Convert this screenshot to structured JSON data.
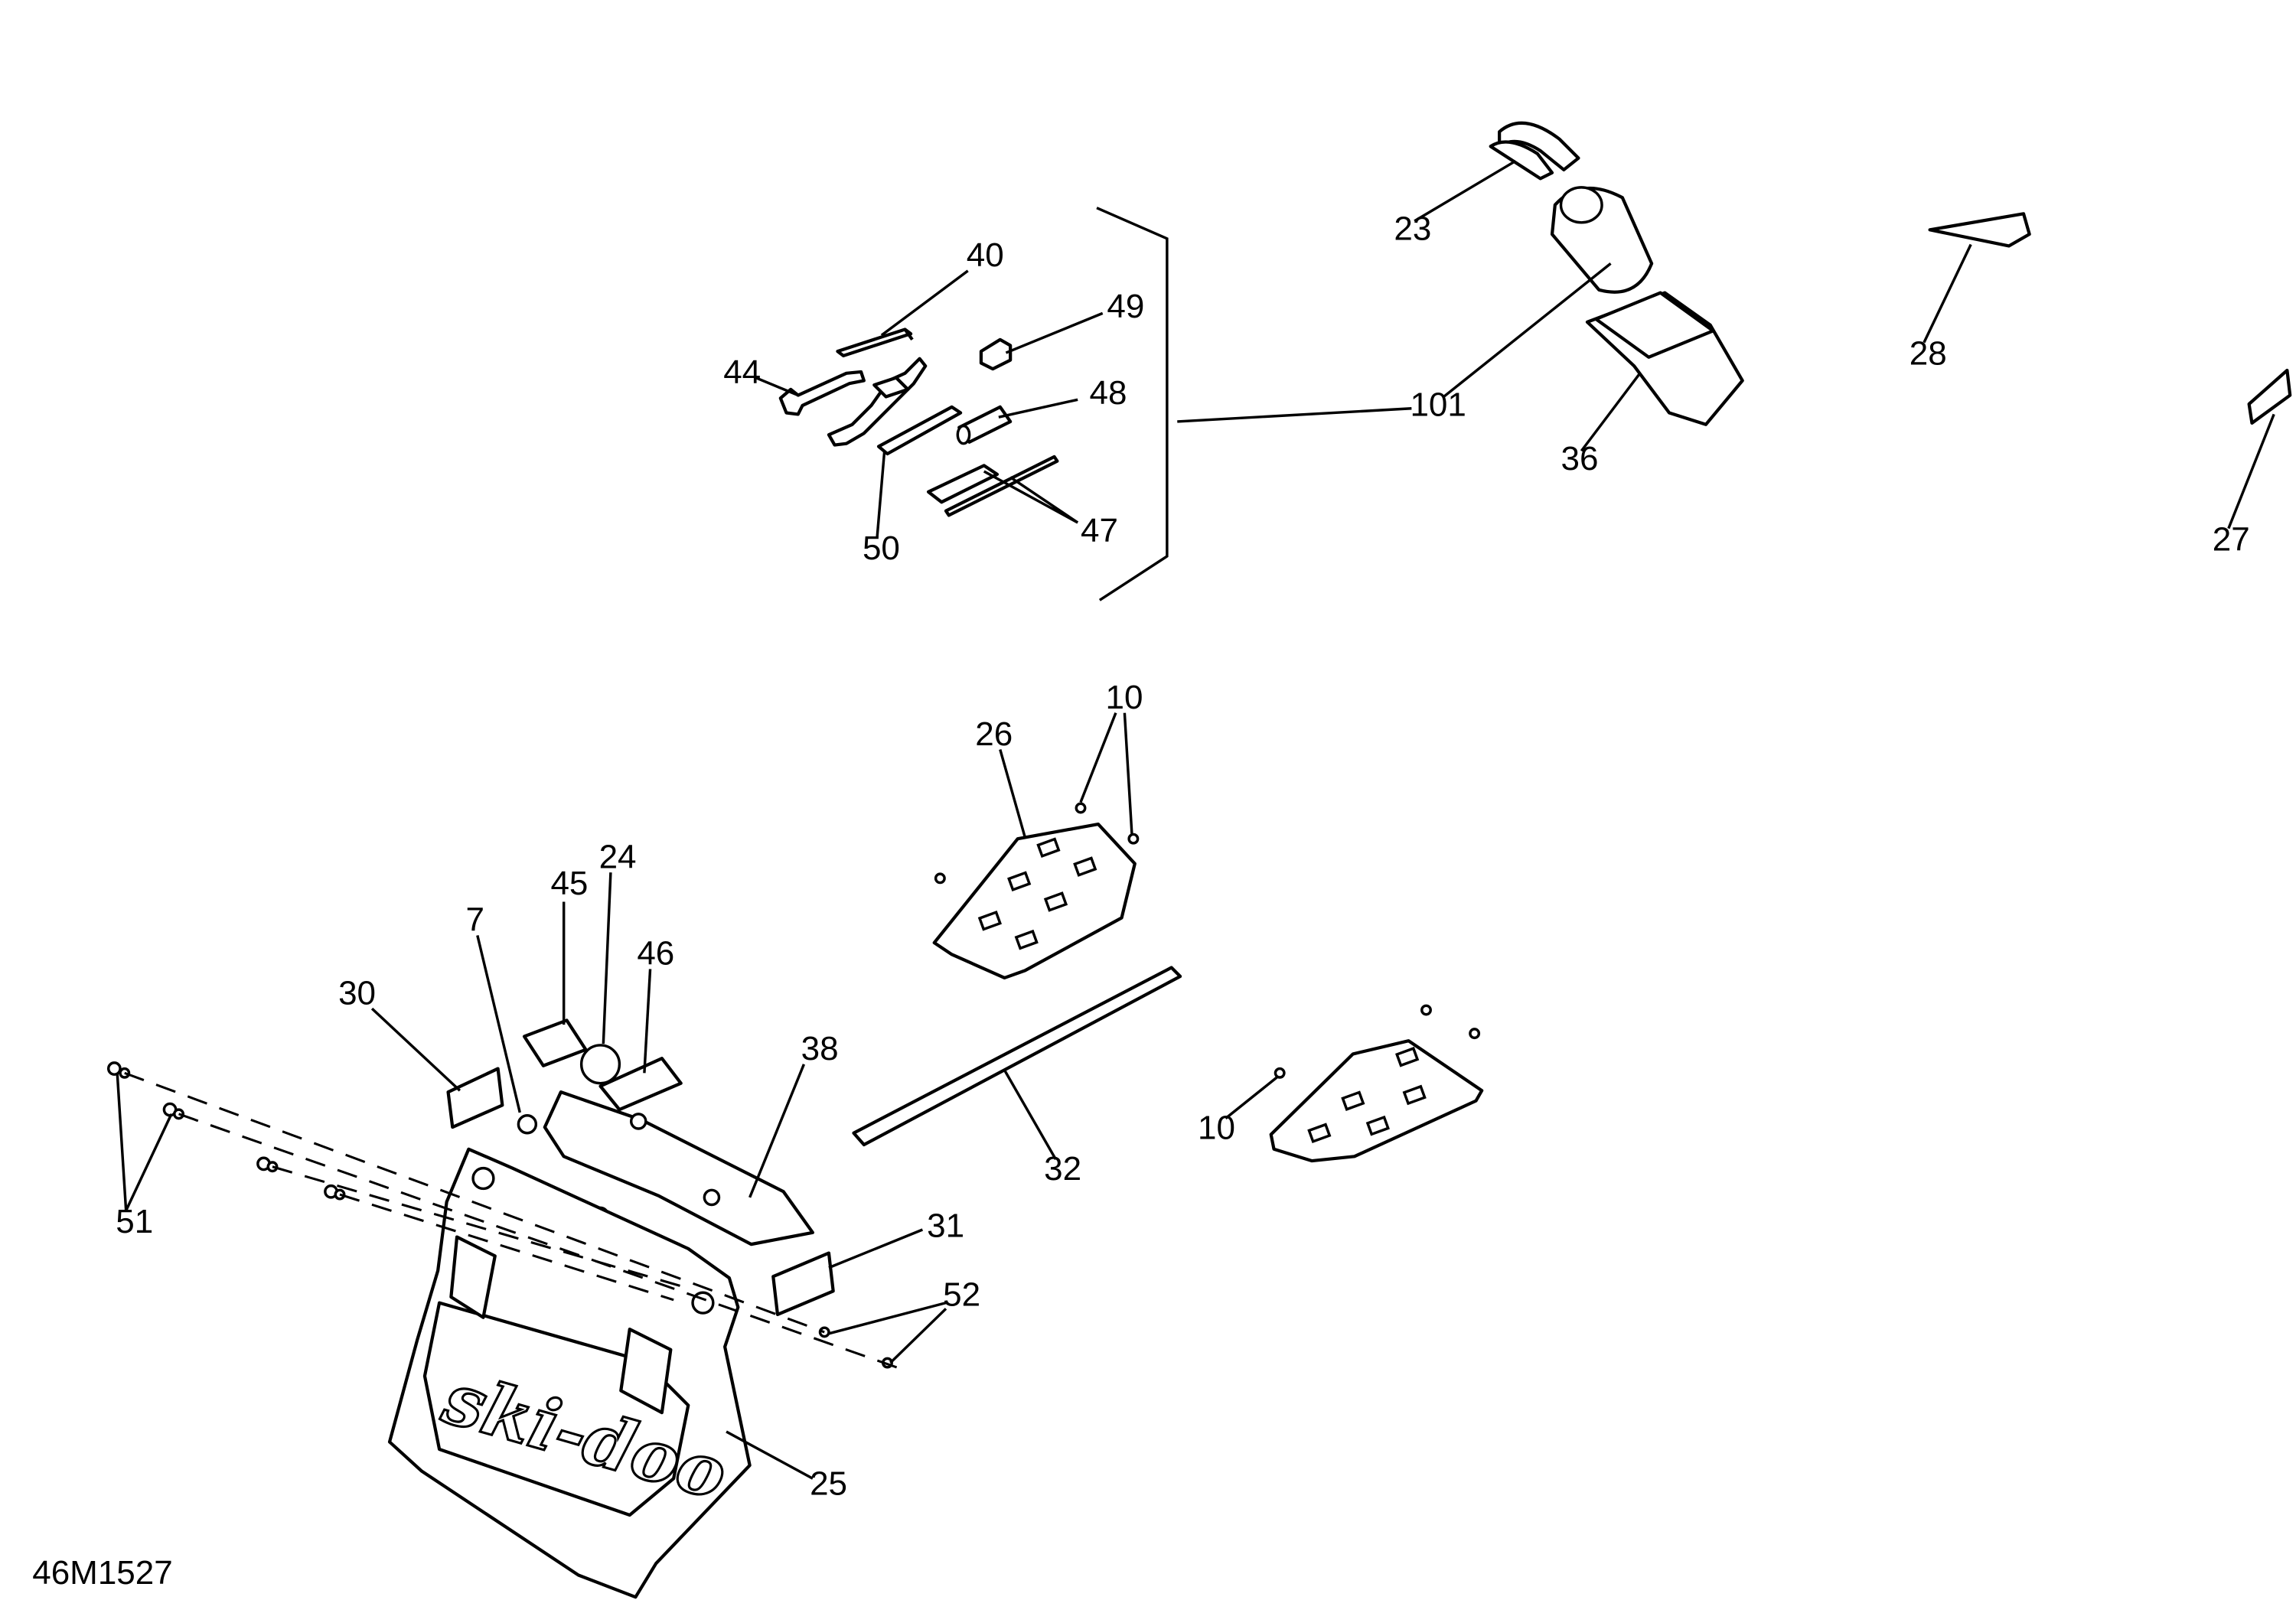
{
  "figure_id": "46M1527",
  "callouts": {
    "c7": "7",
    "c10a": "10",
    "c10b": "10",
    "c23": "23",
    "c24": "24",
    "c25": "25",
    "c26": "26",
    "c27": "27",
    "c28": "28",
    "c30": "30",
    "c31": "31",
    "c32": "32",
    "c36": "36",
    "c38": "38",
    "c40": "40",
    "c44": "44",
    "c45": "45",
    "c46": "46",
    "c47": "47",
    "c48": "48",
    "c49": "49",
    "c50": "50",
    "c51": "51",
    "c52": "52",
    "c101": "101"
  },
  "decal_text": "ski-doo"
}
